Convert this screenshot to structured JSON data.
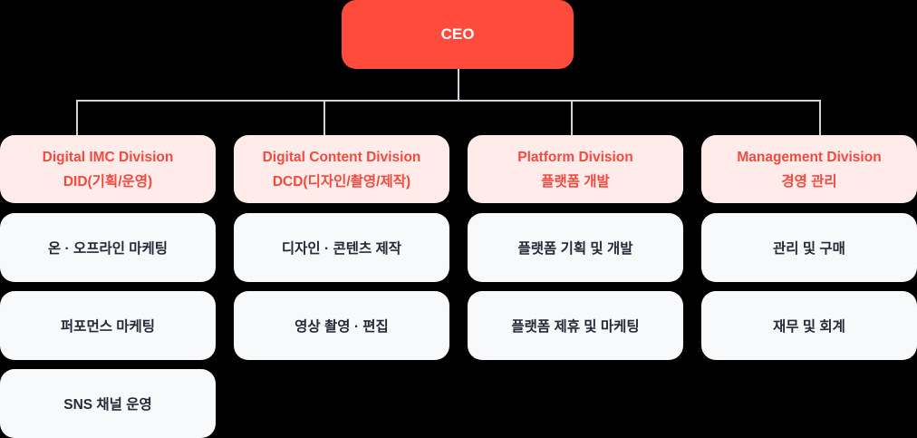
{
  "colors": {
    "ceo_bg": "#ff4b3c",
    "ceo_text": "#ffffff",
    "division_bg": "#ffebe9",
    "division_text": "#f24a3e",
    "item_bg": "#f8f9fb",
    "item_text": "#252a36",
    "connector": "#d1d5db",
    "background": "#000000"
  },
  "ceo": {
    "label": "CEO"
  },
  "divisions": [
    {
      "title": "Digital IMC Division",
      "subtitle": "DID(기획/운영)",
      "items": [
        "온 · 오프라인 마케팅",
        "퍼포먼스 마케팅",
        "SNS 채널 운영"
      ]
    },
    {
      "title": "Digital Content Division",
      "subtitle": "DCD(디자인/촬영/제작)",
      "items": [
        "디자인 · 콘텐츠 제작",
        "영상 촬영 · 편집"
      ]
    },
    {
      "title": "Platform Division",
      "subtitle": "플랫폼 개발",
      "items": [
        "플랫폼 기획 및 개발",
        "플랫폼 제휴 및 마케팅"
      ]
    },
    {
      "title": "Management Division",
      "subtitle": "경영 관리",
      "items": [
        "관리 및 구매",
        "재무 및 회계"
      ]
    }
  ]
}
